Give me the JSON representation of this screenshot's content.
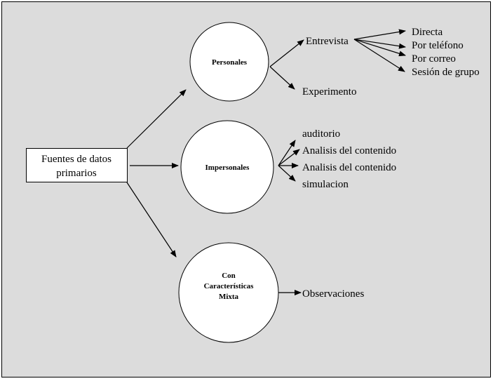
{
  "root": {
    "line1": "Fuentes de datos",
    "line2": "primarios"
  },
  "personales": {
    "label": "Personales",
    "children": {
      "entrevista": "Entrevista",
      "experimento": "Experimento"
    },
    "entrevista_children": [
      "Directa",
      "Por teléfono",
      "Por correo",
      "Sesión de grupo"
    ]
  },
  "impersonales": {
    "label": "Impersonales",
    "children": [
      "auditorio",
      "Analisis del contenido",
      "Analisis del contenido",
      "simulacion"
    ]
  },
  "mixta": {
    "line1": "Con",
    "line2": "Características",
    "line3": "Mixta",
    "children": [
      "Observaciones"
    ]
  },
  "colors": {
    "background": "#dcdcdc",
    "node_fill": "#ffffff",
    "stroke": "#000000"
  }
}
